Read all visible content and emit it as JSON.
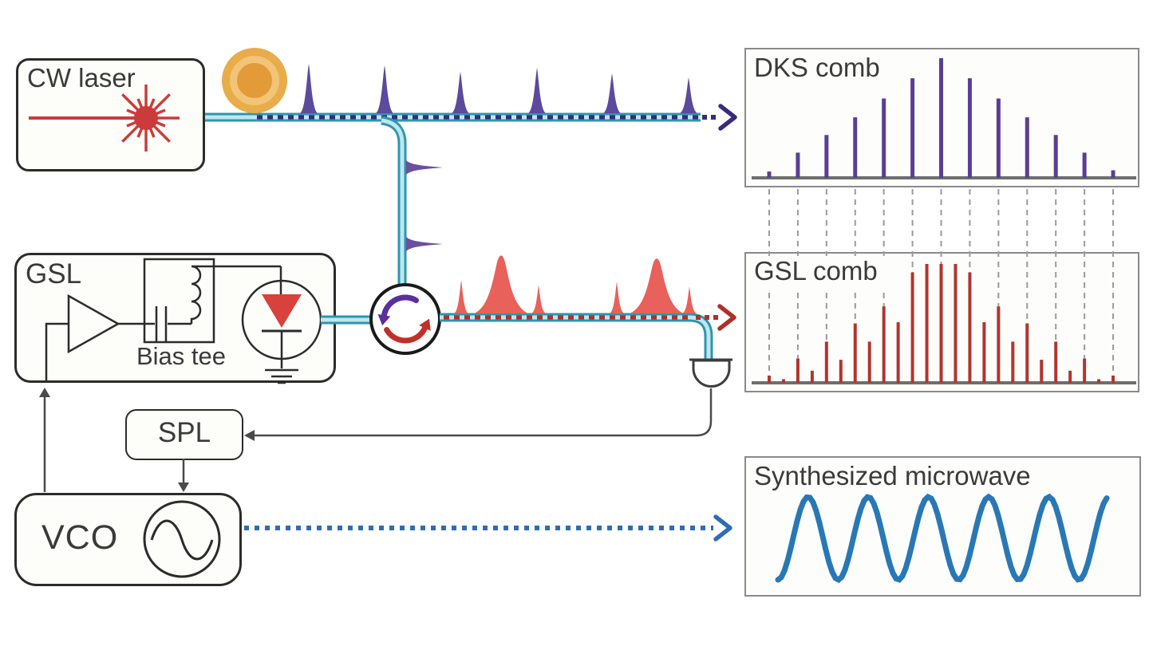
{
  "diagram": {
    "cw_laser_label": "CW laser",
    "gsl_label": "GSL",
    "bias_tee_label": "Bias tee",
    "spl_label": "SPL",
    "vco_label": "VCO"
  },
  "panels": {
    "dks_title": "DKS comb",
    "gsl_title": "GSL comb",
    "synth_title": "Synthesized microwave"
  },
  "colors": {
    "waveguide": "#2D96AE",
    "waveguide_core": "#BFE6EF",
    "soliton_purple": "#5C4A9C",
    "dks_dash": "#3A2A7A",
    "gsl_pulse": "#E8615A",
    "gsl_dash": "#AE3129",
    "dks_line": "#5B3E93",
    "gsl_line": "#B2342E",
    "microwave_blue": "#2878B5",
    "vco_dotted": "#2E6DB4",
    "ring_orange": "#E9AC4A",
    "laser_red": "#CC3B3B",
    "wire_gray": "#4a4a4a",
    "baseline_gray": "#6e6e6e",
    "connector_dash": "#9b9b9b"
  },
  "chart_data": [
    {
      "id": "dks_comb",
      "type": "bar",
      "title": "DKS comb",
      "color": "#5B3E93",
      "values": [
        0.05,
        0.2,
        0.34,
        0.48,
        0.63,
        0.79,
        0.95,
        0.79,
        0.63,
        0.48,
        0.34,
        0.2,
        0.06
      ],
      "note": "13 purple comb lines, symmetric sech2-like envelope, relative heights 0-1, gray baseline"
    },
    {
      "id": "gsl_comb",
      "type": "bar",
      "title": "GSL comb",
      "color": "#B2342E",
      "values": [
        0.06,
        0.03,
        0.2,
        0.1,
        0.34,
        0.19,
        0.49,
        0.34,
        0.63,
        0.5,
        0.91,
        0.98,
        0.98,
        0.98,
        0.91,
        0.5,
        0.63,
        0.34,
        0.49,
        0.19,
        0.34,
        0.1,
        0.2,
        0.03,
        0.06
      ],
      "note": "25 dark-red comb lines at half the DKS spacing; every other line aligns with a DKS line via gray dashed guides"
    },
    {
      "id": "synthesized_microwave",
      "type": "line",
      "title": "Synthesized microwave",
      "waveform": "sine",
      "cycles": 5.5,
      "color": "#2878B5",
      "note": "blue sine wave, starts at a trough bottom-left and ends on a rising crest"
    }
  ],
  "pulses": {
    "dks_train_x": [
      387,
      482,
      577,
      673,
      767,
      863
    ],
    "dks_train_h": [
      62,
      60,
      52,
      57,
      50,
      45
    ],
    "tap_pulses_y": [
      210,
      306
    ],
    "gsl_small_x": [
      578,
      675,
      773,
      864
    ],
    "gsl_small_h": [
      42,
      36,
      40,
      34
    ],
    "gsl_big_x": [
      628,
      823
    ],
    "gsl_big_h": [
      76,
      72
    ]
  }
}
